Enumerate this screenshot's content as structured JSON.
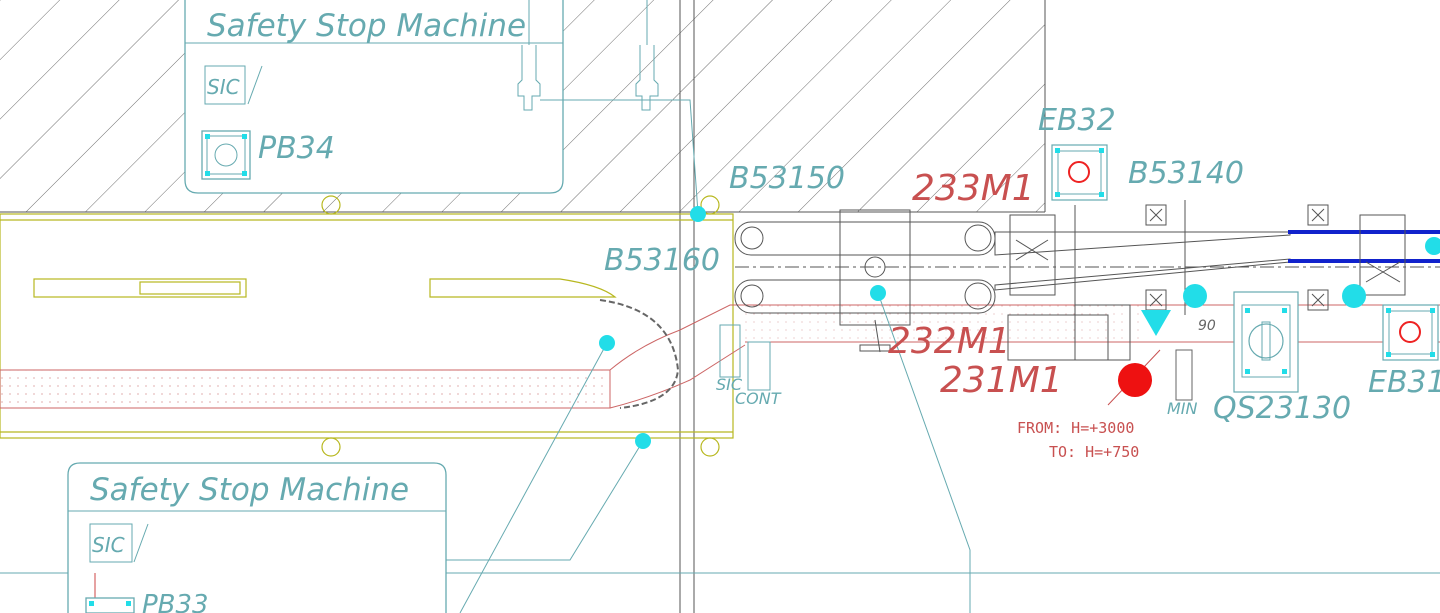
{
  "colors": {
    "background": "#ffffff",
    "teal_label": "#66aab0",
    "hatch": "#444444",
    "red_label": "#c85050",
    "cyan_marker": "#22dde8",
    "red_marker": "#ee1111",
    "yellow_frame": "#b8b820",
    "blue_rail": "#1122cc",
    "machine_gray": "#555555"
  },
  "panels": {
    "top": {
      "title": "Safety Stop Machine",
      "sic": "SIC",
      "button": "PB34"
    },
    "bottom": {
      "title": "Safety Stop Machine",
      "sic": "SIC",
      "button": "PB33"
    }
  },
  "devices": {
    "eb32": "EB32",
    "eb31": "EB31",
    "b53150": "B53150",
    "b53140": "B53140",
    "b53160": "B53160",
    "m233": "233M1",
    "m232": "232M1",
    "m231": "231M1",
    "qs": "QS23130",
    "sic_small": "SIC",
    "cont": "CONT",
    "min": "MIN",
    "angle": "90"
  },
  "note": {
    "from": "FROM: H=+3000",
    "to": "TO: H=+750"
  },
  "icons": {
    "sensor_marker": "cyan-dot-icon",
    "alarm_marker": "red-dot-icon",
    "emergency_button": "emergency-stop-icon",
    "direction": "triangle-down-icon"
  }
}
